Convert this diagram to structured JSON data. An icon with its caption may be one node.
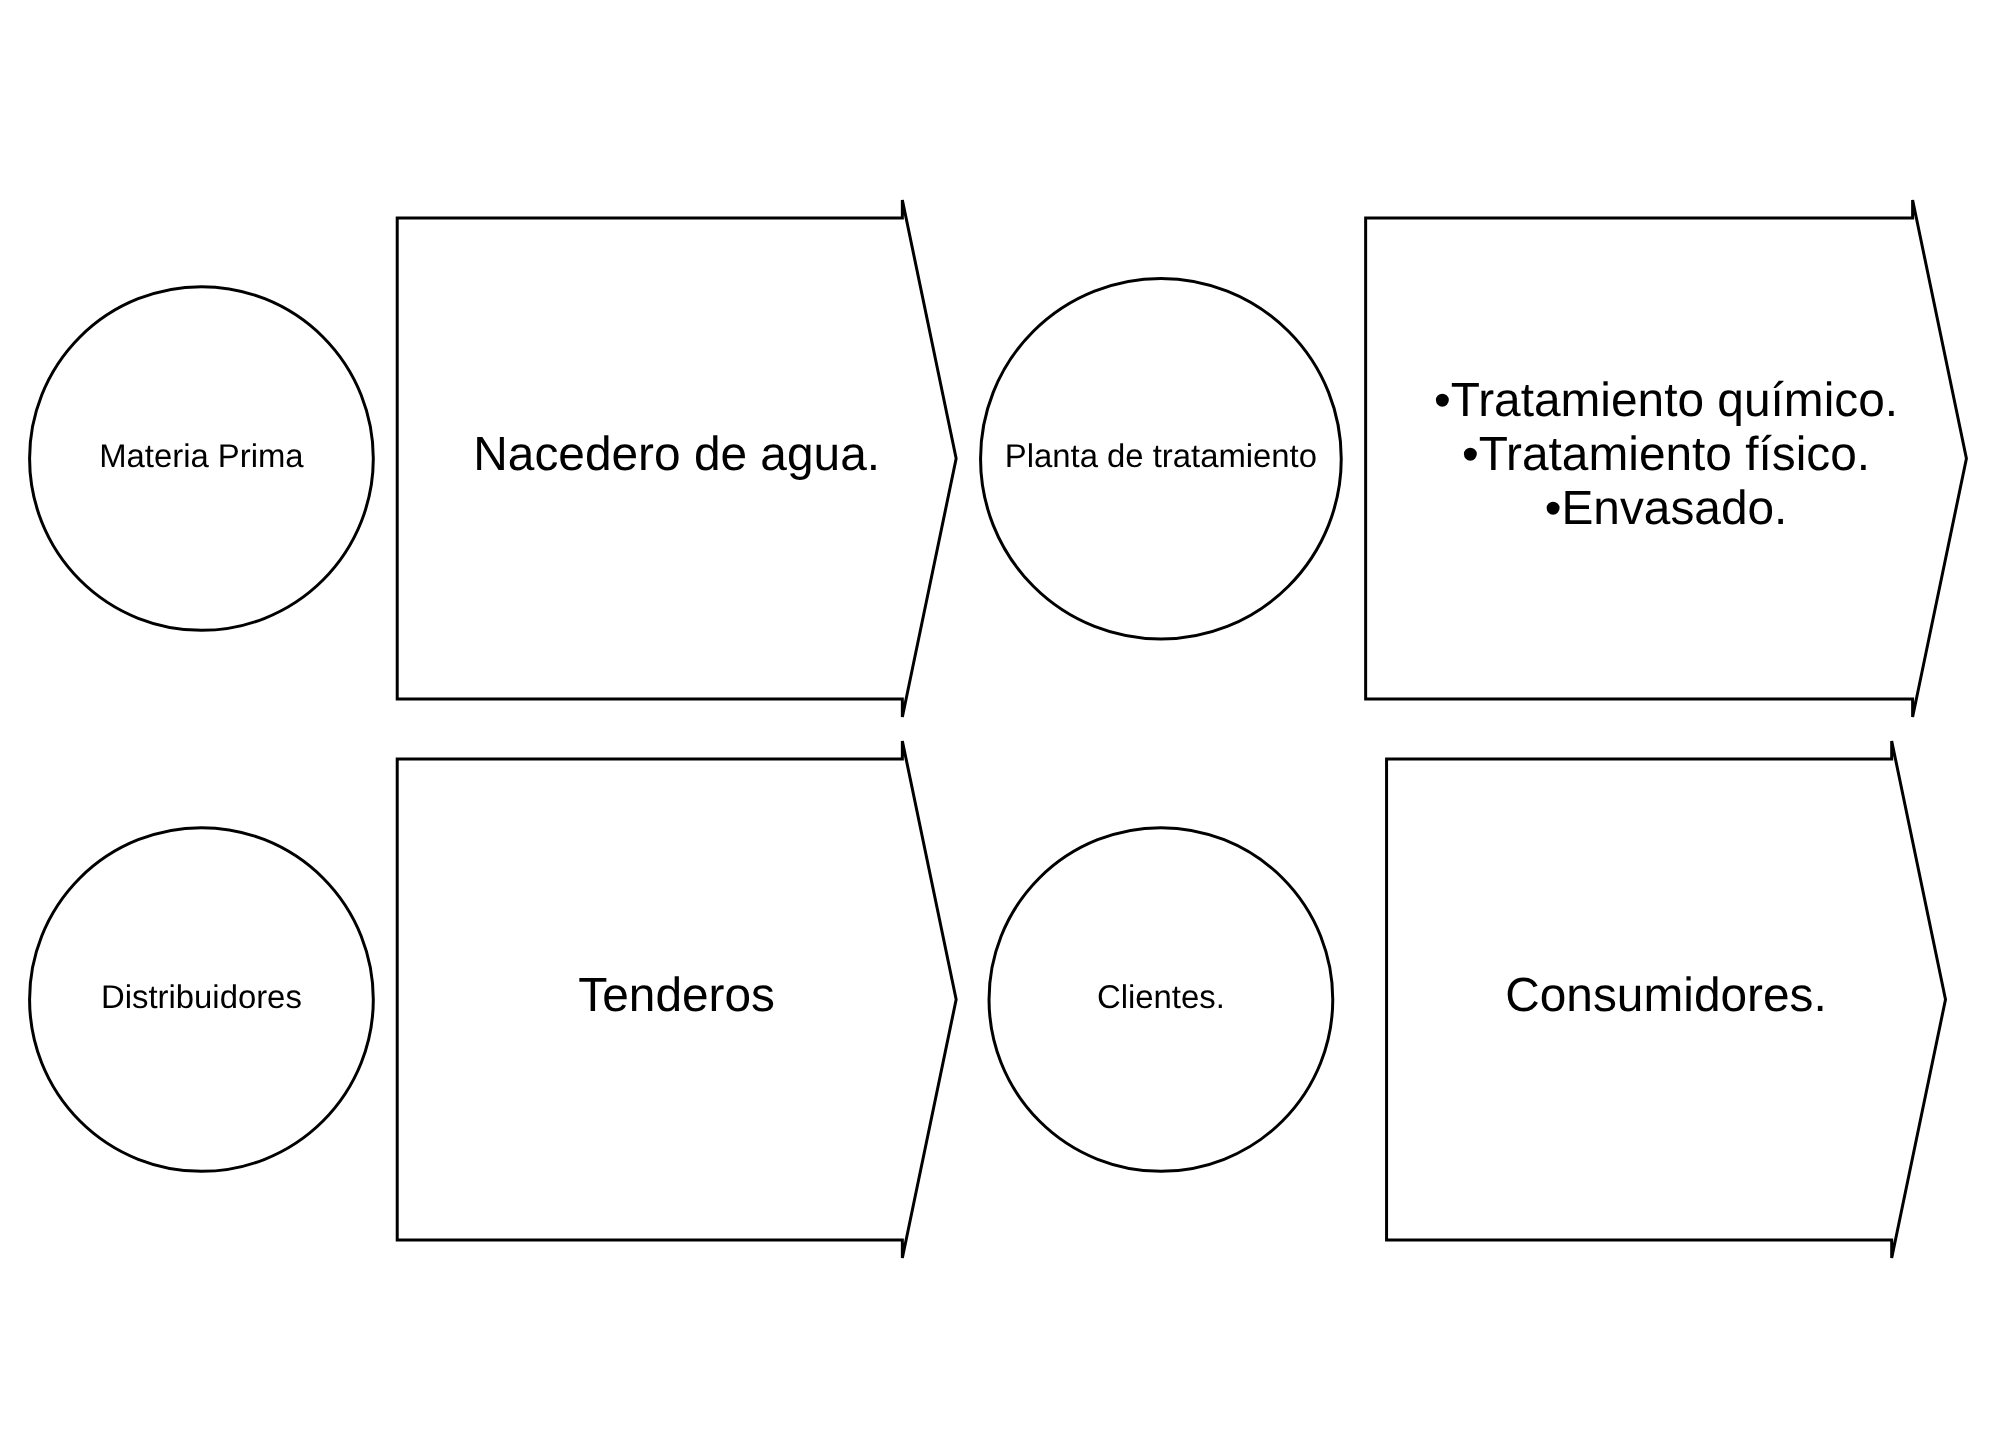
{
  "diagram": {
    "nodes": [
      {
        "text": [
          "Materia Prima"
        ]
      },
      {
        "text": [
          "Nacedero de agua."
        ]
      },
      {
        "text": [
          "Planta de tratamiento"
        ]
      },
      {
        "text": [
          "•Tratamiento químico.",
          "•Tratamiento físico.",
          "•Envasado."
        ]
      },
      {
        "text": [
          "Distribuidores"
        ]
      },
      {
        "text": [
          "Tenderos"
        ]
      },
      {
        "text": [
          "Clientes."
        ]
      },
      {
        "text": [
          "Consumidores."
        ]
      }
    ],
    "edges": []
  }
}
